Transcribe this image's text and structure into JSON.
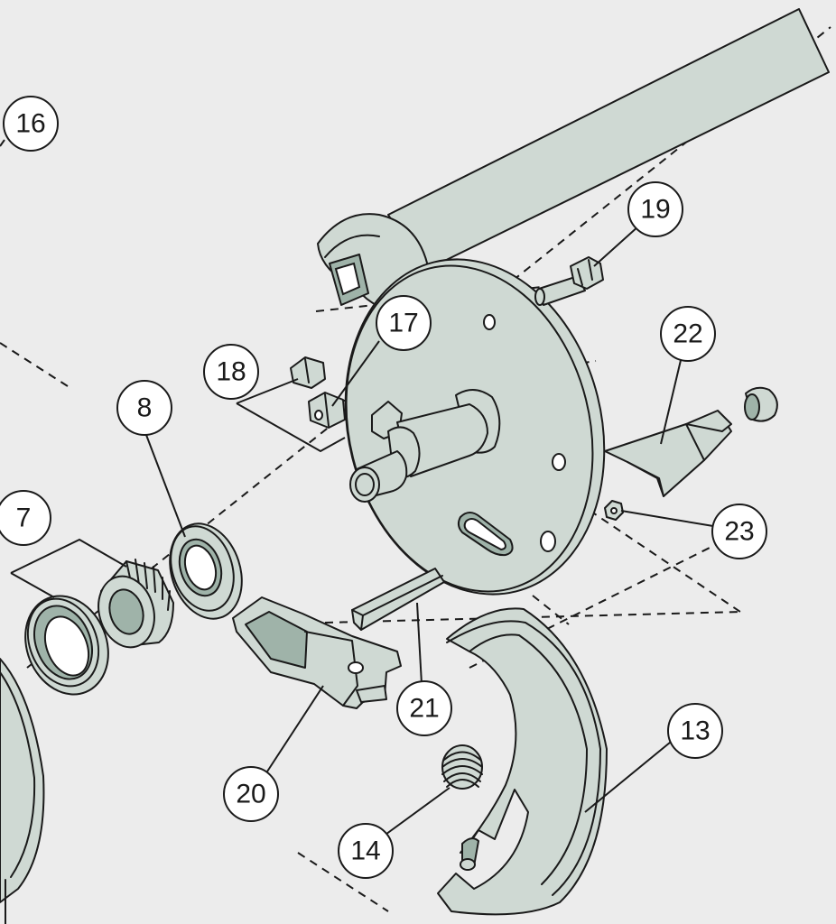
{
  "diagram": {
    "callouts": [
      {
        "id": "c16",
        "label": "16"
      },
      {
        "id": "c19",
        "label": "19"
      },
      {
        "id": "c17",
        "label": "17"
      },
      {
        "id": "c22",
        "label": "22"
      },
      {
        "id": "c18",
        "label": "18"
      },
      {
        "id": "c8",
        "label": "8"
      },
      {
        "id": "c7",
        "label": "7"
      },
      {
        "id": "c23",
        "label": "23"
      },
      {
        "id": "c21",
        "label": "21"
      },
      {
        "id": "c13",
        "label": "13"
      },
      {
        "id": "c20",
        "label": "20"
      },
      {
        "id": "c14",
        "label": "14"
      }
    ],
    "colors": {
      "background": "#ececec",
      "part_fill": "#cfd9d3",
      "part_shadow": "#9fb3a9",
      "line": "#1a1a1a"
    }
  }
}
